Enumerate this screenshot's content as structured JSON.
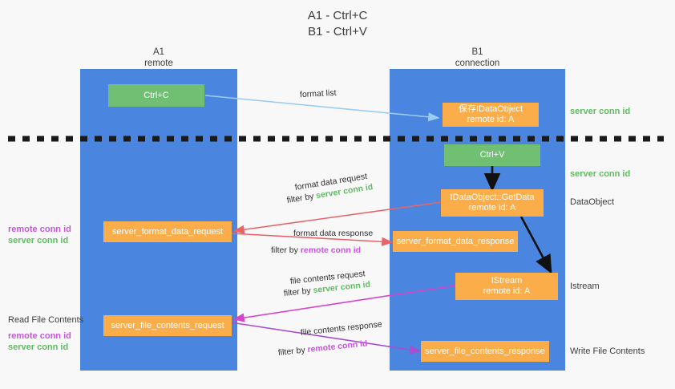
{
  "title": {
    "line1": "A1 - Ctrl+C",
    "line2": "B1 - Ctrl+V"
  },
  "columns": [
    {
      "name": "A1",
      "sub": "remote"
    },
    {
      "name": "B1",
      "sub": "connection"
    }
  ],
  "nodes": {
    "ctrl_c": {
      "label": "Ctrl+C"
    },
    "store_dataobject": {
      "line1": "保存IDataObject",
      "line2": "remote id: A"
    },
    "ctrl_v": {
      "label": "Ctrl+V"
    },
    "getdata": {
      "line1": "IDataObject::GetData",
      "line2": "remote id: A"
    },
    "format_data_request": {
      "label": "server_format_data_request"
    },
    "format_data_response": {
      "label": "server_format_data_response"
    },
    "istream": {
      "line1": "IStream",
      "line2": "remote id: A"
    },
    "file_contents_request": {
      "label": "server_file_contents_request"
    },
    "file_contents_response": {
      "label": "server_file_contents_response"
    }
  },
  "edge_labels": {
    "format_list": "format list",
    "format_data_request_a": "format data request",
    "format_data_request_b_prefix": "filter by ",
    "format_data_request_b_key": "server conn id",
    "format_data_response_a": "format data response",
    "format_data_response_b_prefix": "filter by ",
    "format_data_response_b_key": "remote conn id",
    "file_contents_request_a": "file contents request",
    "file_contents_request_b_prefix": "filter by ",
    "file_contents_request_b_key": "server conn id",
    "file_contents_response_a": "file contents response",
    "file_contents_response_b_prefix": "filter by ",
    "file_contents_response_b_key": "remote conn id"
  },
  "right_labels": {
    "server_conn_id_1": "server conn id",
    "server_conn_id_2": "server conn id",
    "dataobject": "DataObject",
    "istream": "Istream",
    "write_file_contents": "Write File Contents"
  },
  "left_labels": {
    "remote_conn_id_1": "remote conn id",
    "server_conn_id_1": "server conn id",
    "read_file_contents": "Read File Contents",
    "remote_conn_id_2": "remote conn id",
    "server_conn_id_2": "server conn id"
  },
  "colors": {
    "lane": "#4a86e0",
    "green_node": "#70bf73",
    "orange_node": "#fbad4a",
    "server_conn_id": "#5fbb62",
    "remote_conn_id": "#c457d8",
    "arrow_light_blue": "#9ccdf0",
    "arrow_red": "#e8646a",
    "arrow_magenta": "#d644c8",
    "arrow_purple": "#a64fd0",
    "arrow_black": "#111111",
    "background": "#f8f8f8"
  }
}
